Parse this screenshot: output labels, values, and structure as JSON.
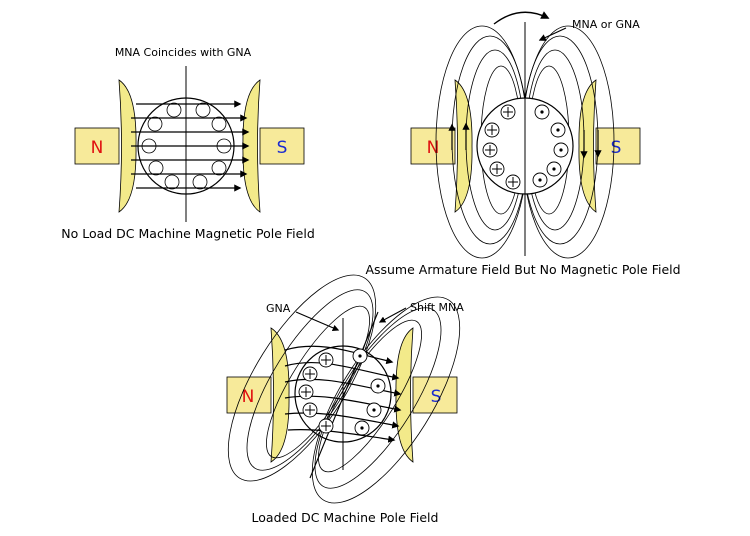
{
  "diagrams": {
    "no_load": {
      "axis_label": "MNA Coincides with GNA",
      "caption": "No Load DC Machine Magnetic Pole Field",
      "north_label": "N",
      "south_label": "S"
    },
    "armature": {
      "axis_label": "MNA or GNA",
      "caption": "Assume Armature Field But No Magnetic Pole Field",
      "north_label": "N",
      "south_label": "S",
      "cross_symbol": "+",
      "dot_symbol": "·"
    },
    "loaded": {
      "gna_label": "GNA",
      "shift_label": "Shift MNA",
      "caption": "Loaded DC Machine Pole Field",
      "north_label": "N",
      "south_label": "S"
    }
  },
  "colors": {
    "pole_fill": "#f7ea9a",
    "pole_shoe": "#f3ea8a",
    "north_text": "#e01010",
    "south_text": "#1a2ad0",
    "line": "#000000"
  }
}
